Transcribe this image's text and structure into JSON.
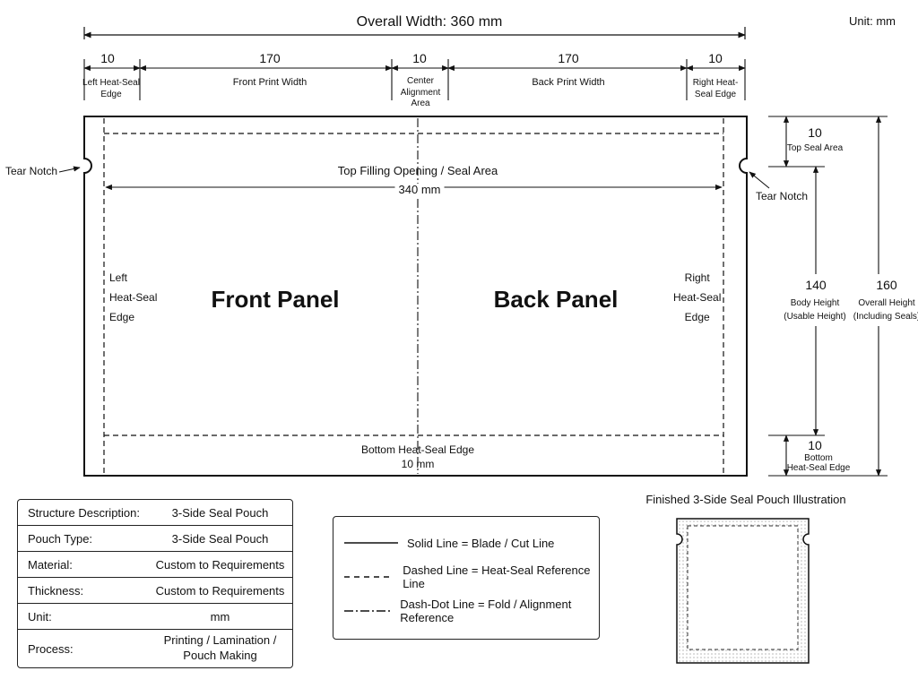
{
  "header": {
    "overall_width": "Overall Width: 360 mm",
    "unit": "Unit:  mm"
  },
  "top_dims": [
    {
      "value": "10",
      "label": "Left Heat-Seal\nEdge"
    },
    {
      "value": "170",
      "label": "Front Print Width"
    },
    {
      "value": "10",
      "label": "Center\nAlignment\nArea"
    },
    {
      "value": "170",
      "label": "Back Print Width"
    },
    {
      "value": "10",
      "label": "Right Heat-\nSeal Edge"
    }
  ],
  "diagram": {
    "tear_notch_left": "Tear Notch",
    "tear_notch_right": "Tear Notch",
    "top_filling": "Top Filling Opening / Seal Area",
    "inner_width": "340 mm",
    "front_panel": "Front Panel",
    "back_panel": "Back Panel",
    "left_seal": "Left\nHeat-Seal\nEdge",
    "right_seal": "Right\nHeat-Seal\nEdge",
    "bottom_seal": "Bottom Heat-Seal Edge",
    "bottom_seal_value": "10 mm"
  },
  "right_dims": {
    "top_value": "10",
    "top_label": "Top Seal Area",
    "body_value": "140",
    "body_label": "Body Height\n(Usable Height)",
    "overall_value": "160",
    "overall_label": "Overall Height\n(Including Seals)",
    "bottom_value": "10",
    "bottom_label": "Bottom\nHeat-Seal Edge"
  },
  "spec_table": [
    {
      "label": "Structure Description:",
      "value": "3-Side Seal Pouch"
    },
    {
      "label": "Pouch Type:",
      "value": "3-Side Seal Pouch"
    },
    {
      "label": "Material:",
      "value": "Custom to Requirements"
    },
    {
      "label": "Thickness:",
      "value": "Custom to Requirements"
    },
    {
      "label": "Unit:",
      "value": "mm"
    },
    {
      "label": "Process:",
      "value": "Printing / Lamination /\nPouch Making"
    }
  ],
  "legend": [
    {
      "style": "solid",
      "text": "Solid Line = Blade / Cut Line"
    },
    {
      "style": "dashed",
      "text": "Dashed Line = Heat-Seal Reference Line"
    },
    {
      "style": "dashdot",
      "text": "Dash-Dot Line = Fold / Alignment Reference"
    }
  ],
  "illustration": {
    "title": "Finished 3-Side Seal Pouch Illustration"
  }
}
